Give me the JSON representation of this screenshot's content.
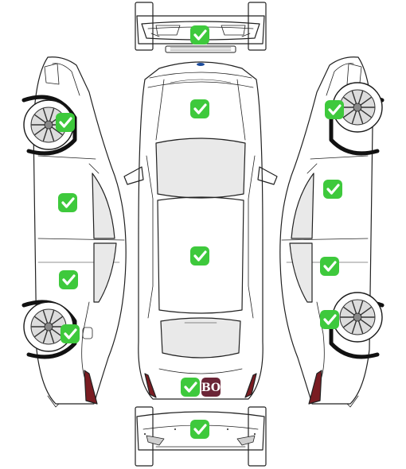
{
  "diagram": {
    "views": [
      "front",
      "left-side",
      "top",
      "right-side",
      "rear"
    ],
    "status": "ok",
    "check_icon": "check-icon",
    "colors": {
      "check_fill": "#3ec93c",
      "check_mark": "#ffffff",
      "outline": "#222222",
      "glass": "#e9e9e9",
      "tyre": "#1a1a1a",
      "lamp": "#7a1c22",
      "badge_fill": "#6a2436"
    },
    "badge": {
      "text": "BO"
    },
    "checks": [
      {
        "zone": "front-bumper"
      },
      {
        "zone": "hood"
      },
      {
        "zone": "roof"
      },
      {
        "zone": "rear-bumper-top"
      },
      {
        "zone": "rear-bumper"
      },
      {
        "zone": "left-front-wheel"
      },
      {
        "zone": "left-front-door"
      },
      {
        "zone": "left-rear-door"
      },
      {
        "zone": "left-rear-wheel"
      },
      {
        "zone": "right-front-wheel"
      },
      {
        "zone": "right-front-door"
      },
      {
        "zone": "right-rear-door"
      },
      {
        "zone": "right-rear-wheel"
      }
    ]
  }
}
